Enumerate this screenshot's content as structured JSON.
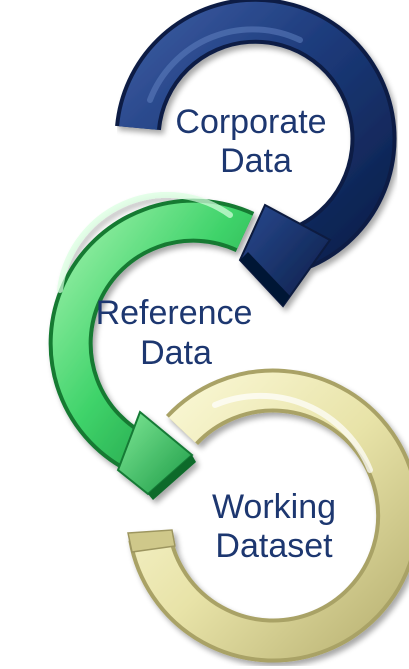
{
  "diagram": {
    "steps": [
      {
        "line1": "Corporate",
        "line2": "Data",
        "color": "#1f3e80"
      },
      {
        "line1": "Reference",
        "line2": "Data",
        "color": "#3fd36a"
      },
      {
        "line1": "Working",
        "line2": "Dataset",
        "color": "#e4e0a6"
      }
    ],
    "label_color": "#1d3770"
  }
}
